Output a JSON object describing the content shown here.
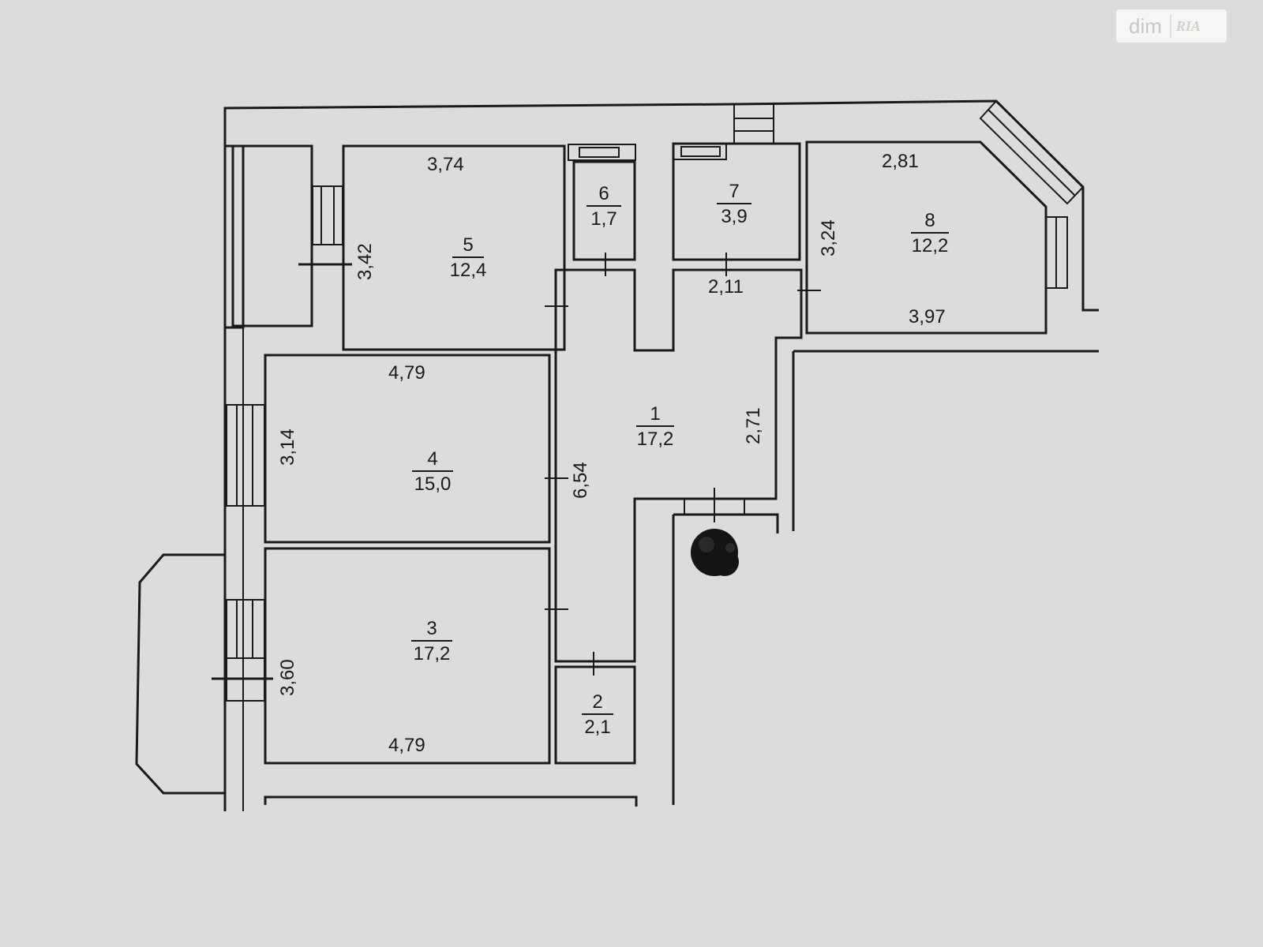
{
  "watermark": {
    "brand": "dim",
    "brand_mark": "RIA"
  },
  "rooms": [
    {
      "id": "r1",
      "number": "1",
      "area": "17,2"
    },
    {
      "id": "r2",
      "number": "2",
      "area": "2,1"
    },
    {
      "id": "r3",
      "number": "3",
      "area": "17,2"
    },
    {
      "id": "r4",
      "number": "4",
      "area": "15,0"
    },
    {
      "id": "r5",
      "number": "5",
      "area": "12,4"
    },
    {
      "id": "r6",
      "number": "6",
      "area": "1,7"
    },
    {
      "id": "r7",
      "number": "7",
      "area": "3,9"
    },
    {
      "id": "r8",
      "number": "8",
      "area": "12,2"
    }
  ],
  "dimensions": {
    "r5_top": "3,74",
    "r5_side": "3,42",
    "r4_top": "4,79",
    "r4_side": "3,14",
    "r3_bottom": "4,79",
    "r3_side": "3,60",
    "hall_length": "6,54",
    "hall_right": "2,71",
    "r7_bottom": "2,11",
    "r8_top": "2,81",
    "r8_side": "3,24",
    "r8_bottom": "3,97"
  },
  "icons": {
    "stair_symbol": "circular-stair-icon"
  }
}
